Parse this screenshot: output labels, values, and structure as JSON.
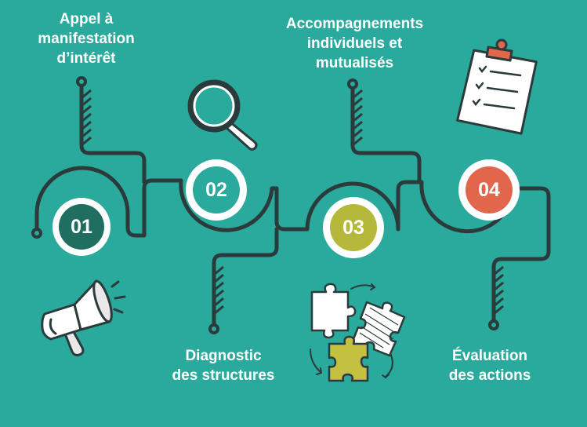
{
  "colors": {
    "background": "#2aaa9c",
    "line": "#2b3a3a",
    "step1": "#1f6e60",
    "step2": "#2aaa9c",
    "step3": "#b5b83a",
    "step4": "#e2664b",
    "puzzle_yellow": "#c3c13f"
  },
  "steps": [
    {
      "number": "01",
      "label": "Appel à\nmanifestation\nd’intérêt"
    },
    {
      "number": "02",
      "label": "Diagnostic\ndes structures"
    },
    {
      "number": "03",
      "label": "Accompagnements\nindividuels et\nmutualisés"
    },
    {
      "number": "04",
      "label": "Évaluation\ndes actions"
    }
  ],
  "icons": [
    "megaphone-icon",
    "magnifier-icon",
    "puzzle-icon",
    "clipboard-icon"
  ]
}
